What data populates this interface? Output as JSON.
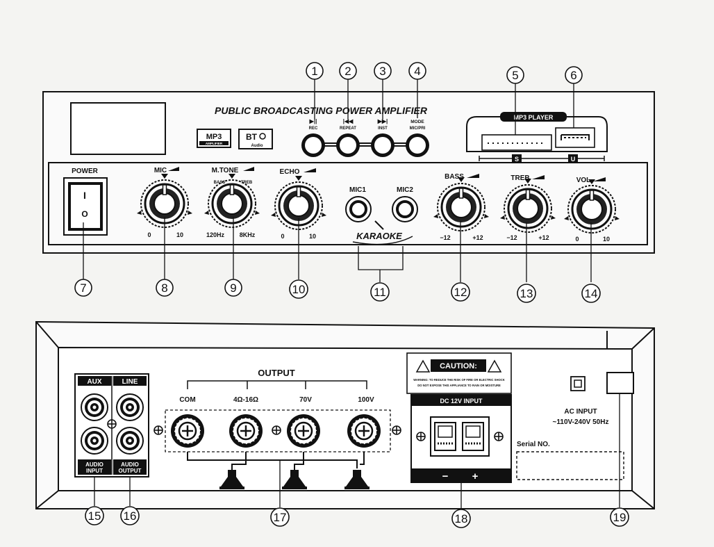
{
  "front": {
    "title": "PUBLIC BROADCASTING POWER AMPLIFIER",
    "mp3_badge": "MP3",
    "mp3_badge_sub": "AMPLIFIER",
    "bt_badge": "BT",
    "bt_badge_sub": "Audio",
    "buttons": [
      {
        "icon": "▶||",
        "label": "REC"
      },
      {
        "icon": "|◀◀",
        "label": "REPEAT"
      },
      {
        "icon": "▶▶|",
        "label": "INST"
      },
      {
        "icon": "MODE",
        "label": "MIC/PRI"
      }
    ],
    "mp3_player_label": "MP3 PLAYER",
    "sd_label": "S",
    "usb_label": "U",
    "power_label": "POWER",
    "power_on": "I",
    "power_off": "O",
    "knobs": [
      {
        "label": "MIC",
        "min": "0",
        "max": "10"
      },
      {
        "label": "M.TONE",
        "min": "120Hz",
        "max": "8KHz",
        "arc_left": "BASS",
        "arc_right": "TREB"
      },
      {
        "label": "ECHO",
        "min": "0",
        "max": "10"
      },
      {
        "label": "BASS",
        "min": "−12",
        "max": "+12"
      },
      {
        "label": "TREB",
        "min": "−12",
        "max": "+12"
      },
      {
        "label": "VOL",
        "min": "0",
        "max": "10"
      }
    ],
    "mic1": "MIC1",
    "mic2": "MIC2",
    "karaoke": "KARAOKE"
  },
  "rear": {
    "aux": "AUX",
    "line": "LINE",
    "audio_input": [
      "AUDIO",
      "INPUT"
    ],
    "audio_output": [
      "AUDIO",
      "OUTPUT"
    ],
    "output_title": "OUTPUT",
    "terminals": [
      "COM",
      "4Ω-16Ω",
      "70V",
      "100V"
    ],
    "caution_title": "CAUTION:",
    "caution_line1": "WARNING: TO REDUCE THE RISK OF FIRE OR ELECTRIC SHOCK",
    "caution_line2": "DO NOT EXPOSE THIS APPLIANCE TO RAIN OR MOISTURE",
    "dc_input": "DC 12V INPUT",
    "minus": "−",
    "plus": "+",
    "ac_input": "AC INPUT",
    "ac_spec": "~110V-240V 50Hz",
    "serial": "Serial NO."
  },
  "callouts": [
    "1",
    "2",
    "3",
    "4",
    "5",
    "6",
    "7",
    "8",
    "9",
    "10",
    "11",
    "12",
    "13",
    "14",
    "15",
    "16",
    "17",
    "18",
    "19"
  ]
}
